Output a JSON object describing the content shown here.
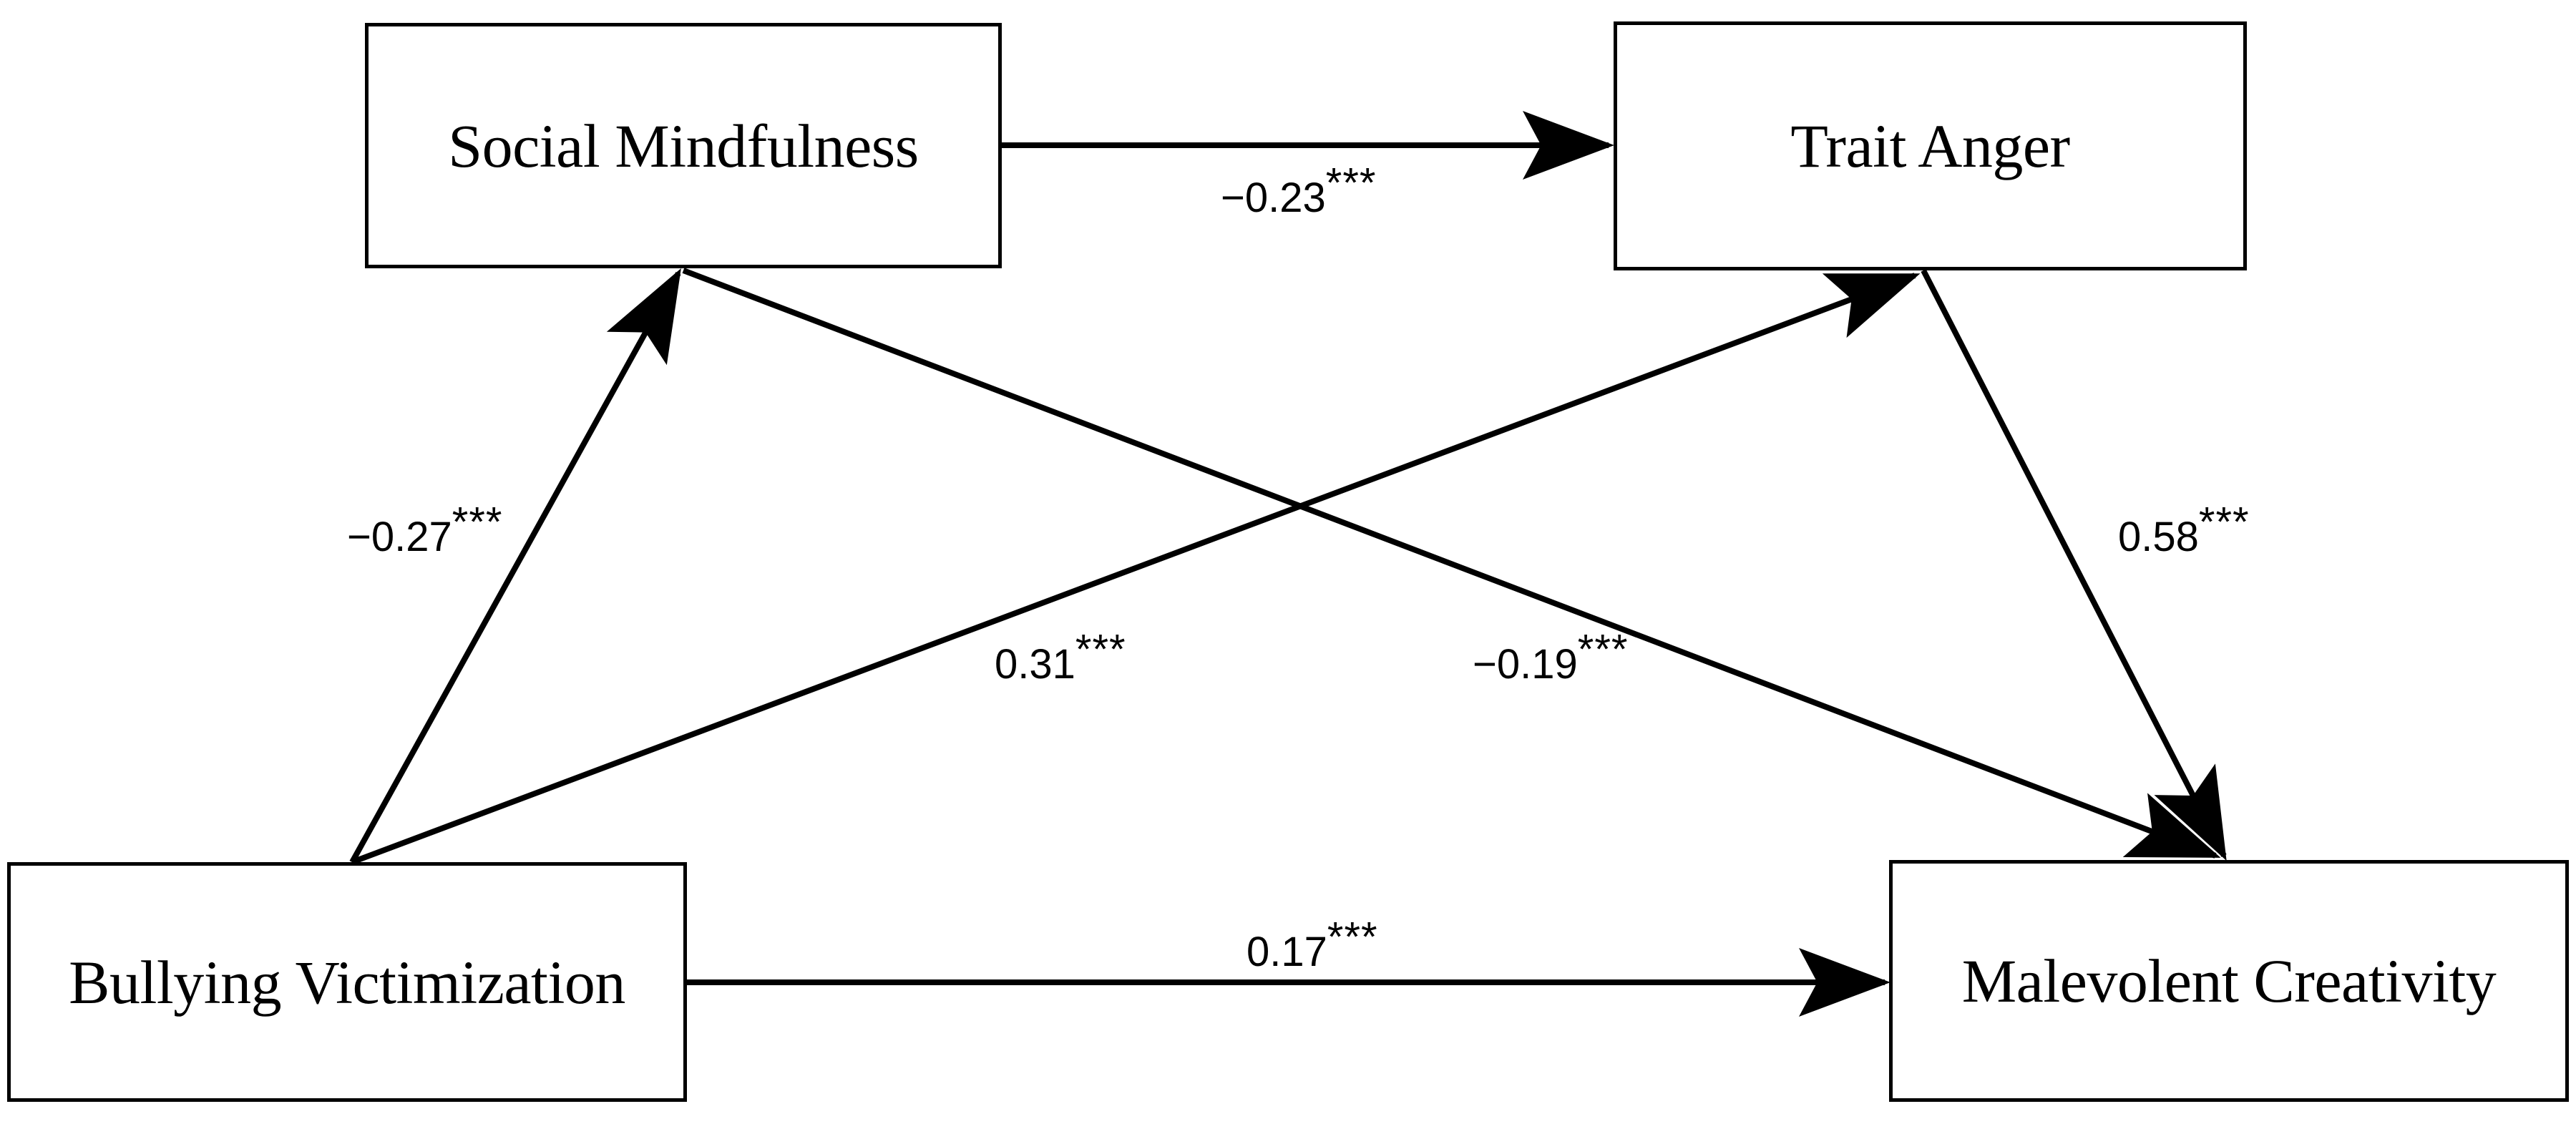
{
  "figure": {
    "type": "path-diagram",
    "background_color": "#ffffff",
    "line_color": "#000000",
    "box_border_color": "#000000",
    "box_fill_color": "#ffffff"
  },
  "nodes": [
    {
      "id": "social-mindfulness",
      "label": "Social Mindfulness"
    },
    {
      "id": "trait-anger",
      "label": "Trait Anger"
    },
    {
      "id": "bullying-victimization",
      "label": "Bullying Victimization"
    },
    {
      "id": "malevolent-creativity",
      "label": "Malevolent Creativity"
    }
  ],
  "paths": [
    {
      "id": "sm-ta",
      "from": "social-mindfulness",
      "to": "trait-anger",
      "coefficient": "−0.23",
      "significance": "***"
    },
    {
      "id": "bv-sm",
      "from": "bullying-victimization",
      "to": "social-mindfulness",
      "coefficient": "−0.27",
      "significance": "***"
    },
    {
      "id": "bv-ta",
      "from": "bullying-victimization",
      "to": "trait-anger",
      "coefficient": "0.31",
      "significance": "***"
    },
    {
      "id": "sm-mc",
      "from": "social-mindfulness",
      "to": "malevolent-creativity",
      "coefficient": "−0.19",
      "significance": "***"
    },
    {
      "id": "ta-mc",
      "from": "trait-anger",
      "to": "malevolent-creativity",
      "coefficient": "0.58",
      "significance": "***"
    },
    {
      "id": "bv-mc",
      "from": "bullying-victimization",
      "to": "malevolent-creativity",
      "coefficient": "0.17",
      "significance": "***"
    }
  ],
  "chart_data": {
    "type": "diagram",
    "title": "",
    "nodes": [
      "Social Mindfulness",
      "Trait Anger",
      "Bullying Victimization",
      "Malevolent Creativity"
    ],
    "edges": [
      {
        "source": "Social Mindfulness",
        "target": "Trait Anger",
        "value": -0.23,
        "label": "−0.23***"
      },
      {
        "source": "Bullying Victimization",
        "target": "Social Mindfulness",
        "value": -0.27,
        "label": "−0.27***"
      },
      {
        "source": "Bullying Victimization",
        "target": "Trait Anger",
        "value": 0.31,
        "label": "0.31***"
      },
      {
        "source": "Social Mindfulness",
        "target": "Malevolent Creativity",
        "value": -0.19,
        "label": "−0.19***"
      },
      {
        "source": "Trait Anger",
        "target": "Malevolent Creativity",
        "value": 0.58,
        "label": "0.58***"
      },
      {
        "source": "Bullying Victimization",
        "target": "Malevolent Creativity",
        "value": 0.17,
        "label": "0.17***"
      }
    ]
  }
}
